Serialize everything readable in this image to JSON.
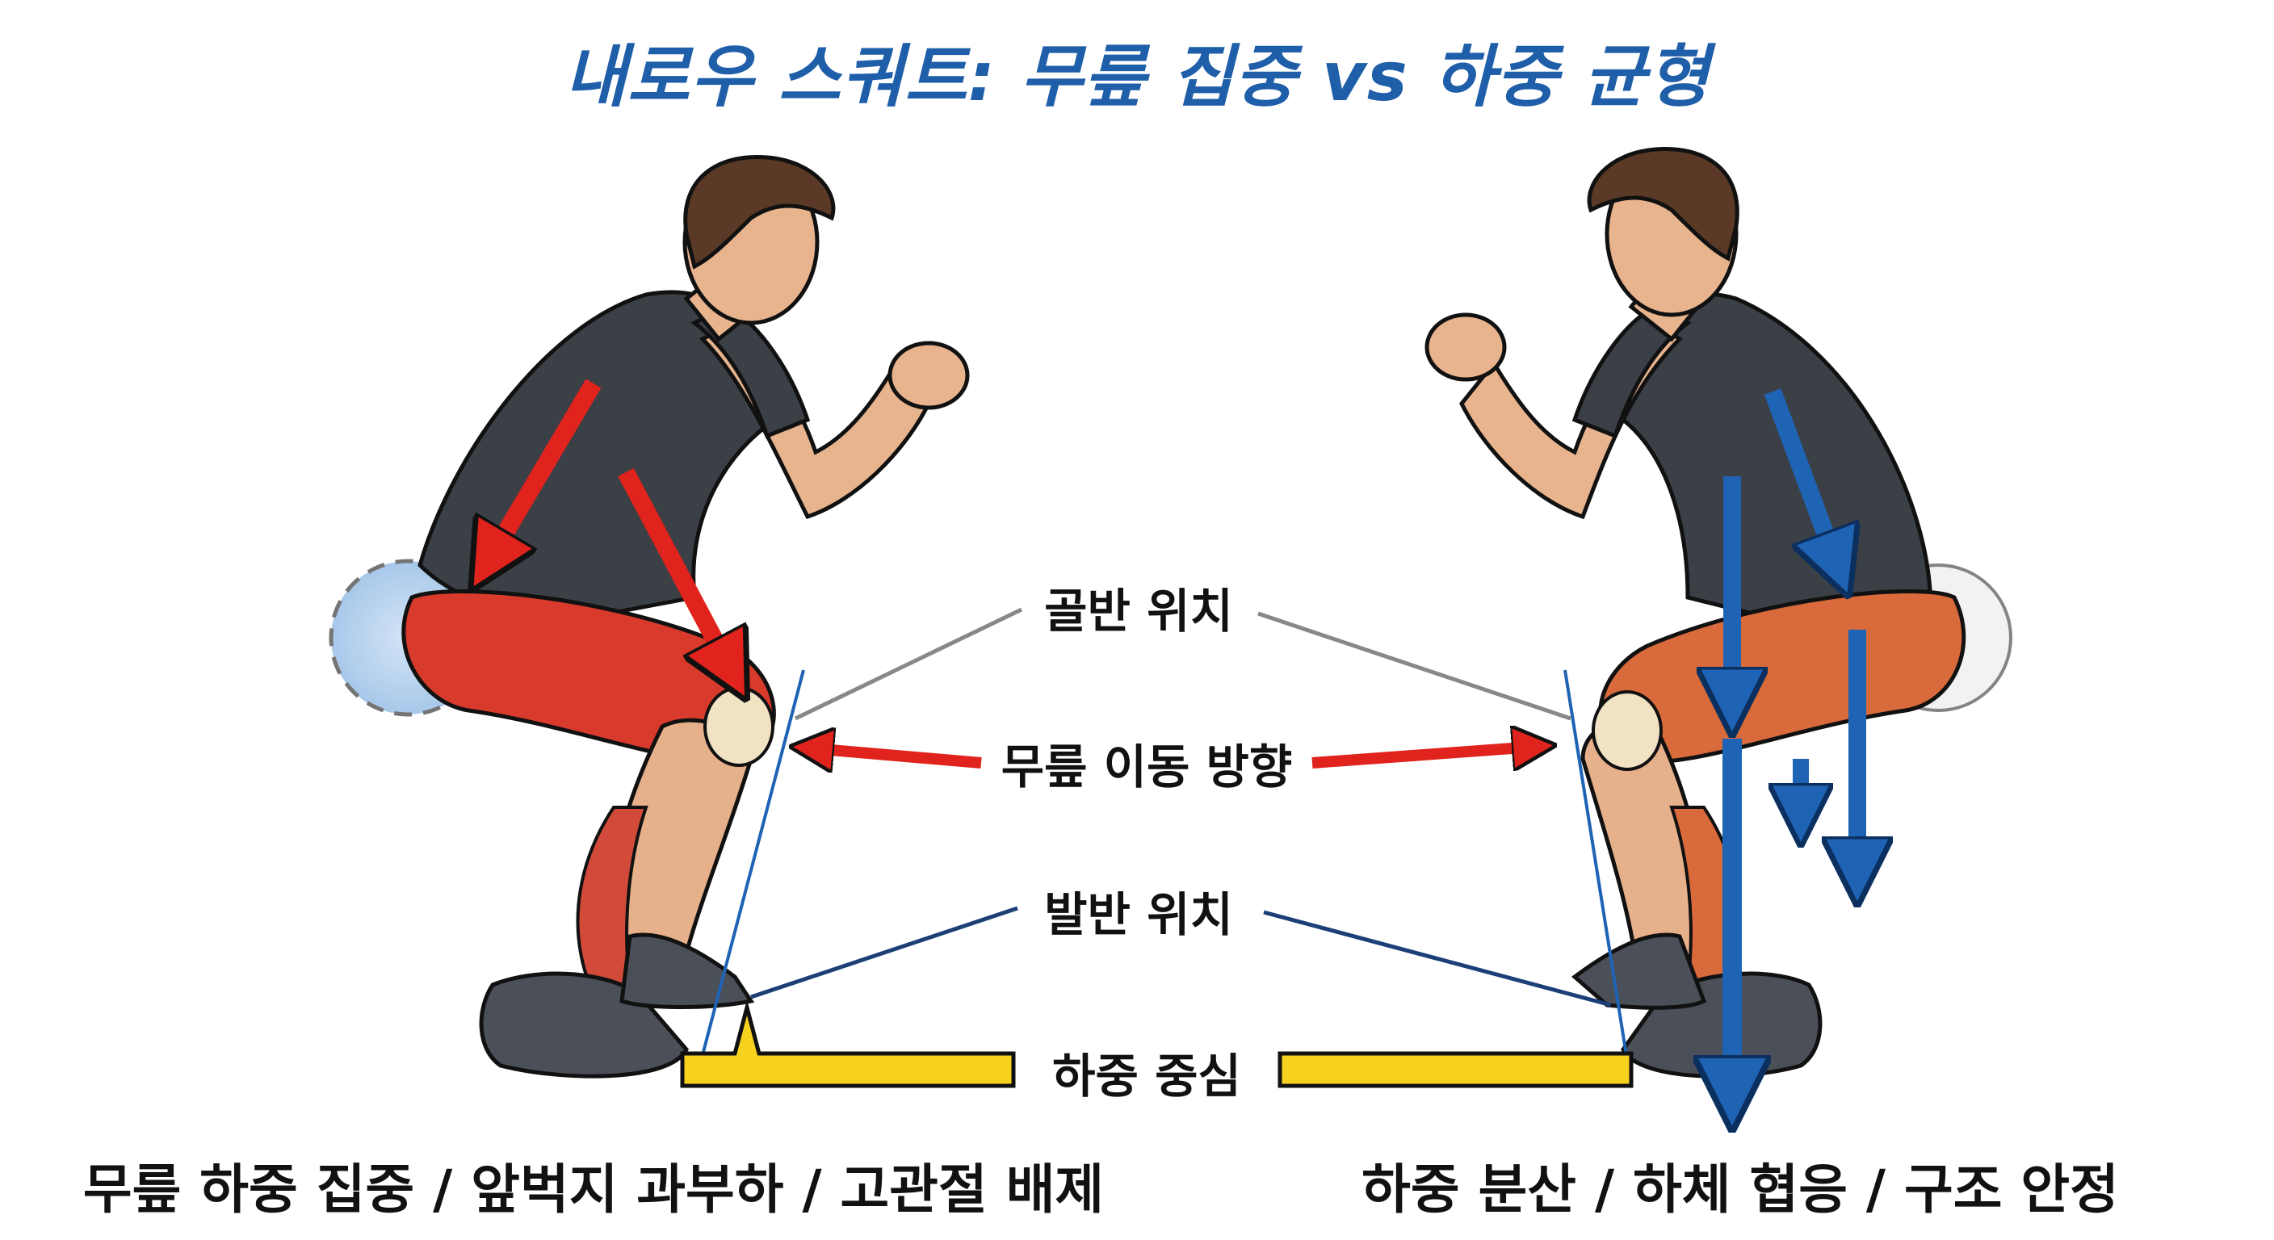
{
  "title": "내로우 스쿼트: 무릎 집중 vs 하중 균형",
  "labels": {
    "pelvis_position": "골반 위치",
    "knee_direction": "무릎 이동 방향",
    "foot_position": "발반 위치",
    "load_center": "하중 중심"
  },
  "captions": {
    "left": "무릎 하중 집중 / 앞벅지 과부하 / 고관절 배제",
    "right": "하중 분산 / 하체 협응 / 구조 안정"
  },
  "colors": {
    "title": "#1f5ea8",
    "left_arrows": "#e0231c",
    "right_arrows": "#1f63b5",
    "load_bar": "#f7d21e",
    "muscle_left": "#d83a2c",
    "muscle_right": "#d96a3b",
    "shirt": "#3b3f46",
    "skin": "#e8b48e"
  }
}
